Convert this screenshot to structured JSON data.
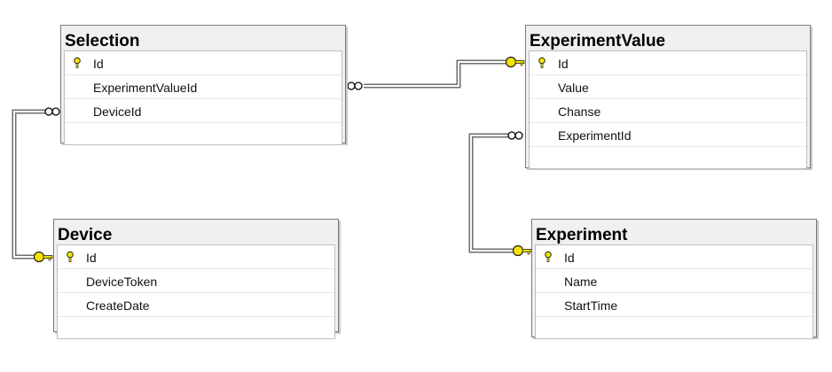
{
  "tables": [
    {
      "id": "selection",
      "name": "Selection",
      "columns": [
        {
          "name": "Id",
          "key": true
        },
        {
          "name": "ExperimentValueId",
          "key": false
        },
        {
          "name": "DeviceId",
          "key": false
        }
      ]
    },
    {
      "id": "experimentvalue",
      "name": "ExperimentValue",
      "columns": [
        {
          "name": "Id",
          "key": true
        },
        {
          "name": "Value",
          "key": false
        },
        {
          "name": "Chanse",
          "key": false
        },
        {
          "name": "ExperimentId",
          "key": false
        }
      ]
    },
    {
      "id": "device",
      "name": "Device",
      "columns": [
        {
          "name": "Id",
          "key": true
        },
        {
          "name": "DeviceToken",
          "key": false
        },
        {
          "name": "CreateDate",
          "key": false
        }
      ]
    },
    {
      "id": "experiment",
      "name": "Experiment",
      "columns": [
        {
          "name": "Id",
          "key": true
        },
        {
          "name": "Name",
          "key": false
        },
        {
          "name": "StartTime",
          "key": false
        }
      ]
    }
  ],
  "relationships": [
    {
      "from": "selection.ExperimentValueId",
      "to": "experimentvalue.Id",
      "from_end": "many-infinity-icon",
      "to_end": "key-icon"
    },
    {
      "from": "selection.DeviceId",
      "to": "device.Id",
      "from_end": "many-infinity-icon",
      "to_end": "key-icon"
    },
    {
      "from": "experimentvalue.ExperimentId",
      "to": "experiment.Id",
      "from_end": "many-infinity-icon",
      "to_end": "key-icon"
    }
  ],
  "colors": {
    "key": "#f5e400",
    "line": "#6e6e6e",
    "header": "#f0f0f0"
  }
}
